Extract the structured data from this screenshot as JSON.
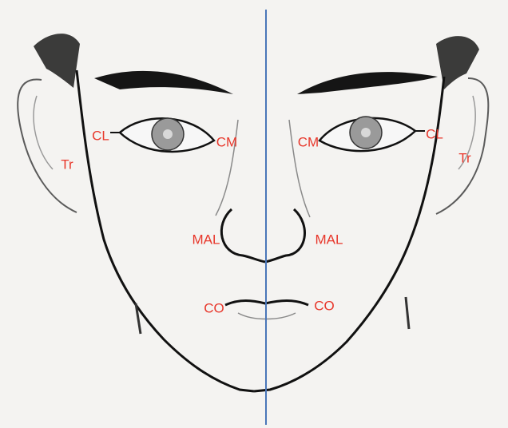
{
  "colors": {
    "paper": "#f4f3f1",
    "ink": "#111111",
    "shade": "#8a8a8a",
    "label": "#e8372b",
    "midline": "#4a76b8"
  },
  "labels": {
    "cl_left": "CL",
    "cl_right": "CL",
    "cm_left": "CM",
    "cm_right": "CM",
    "tr_left": "Tr",
    "tr_right": "Tr",
    "mal_left": "MAL",
    "mal_right": "MAL",
    "co_left": "CO",
    "co_right": "CO"
  }
}
